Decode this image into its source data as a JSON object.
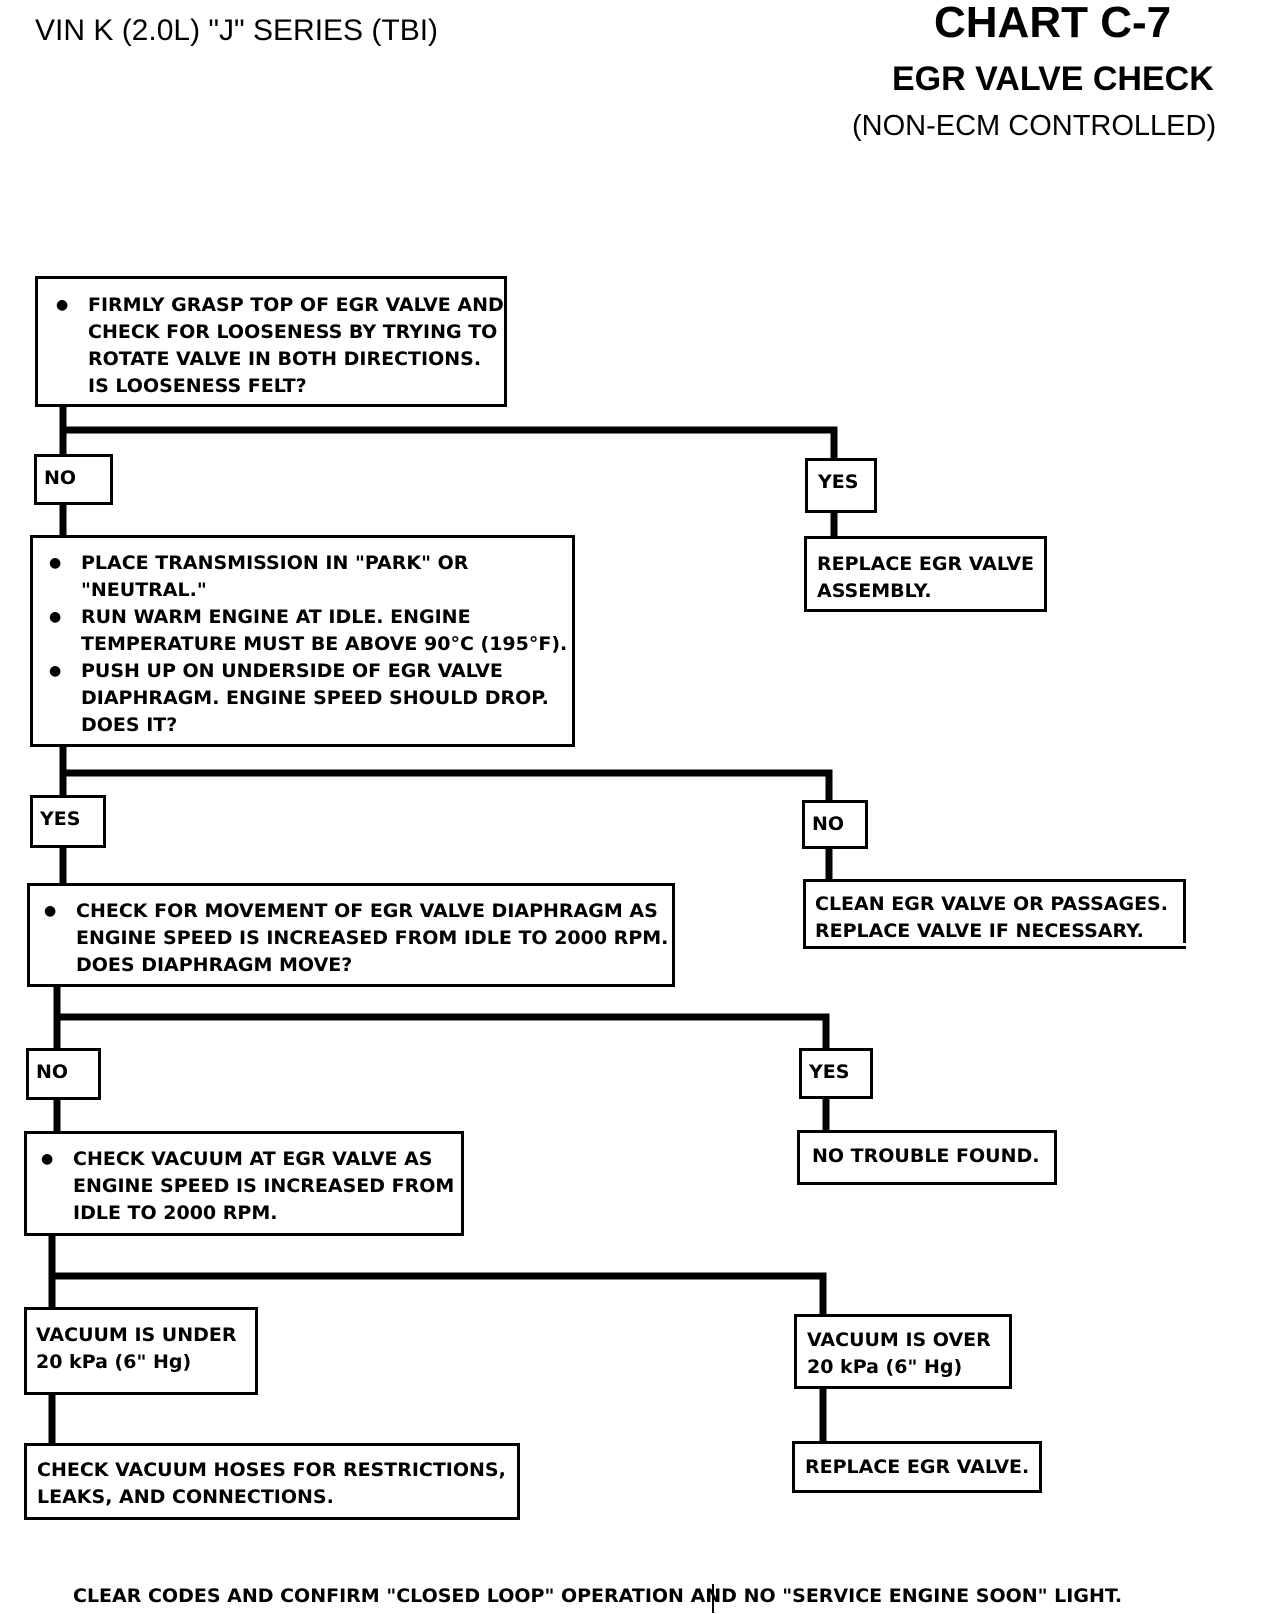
{
  "header": {
    "left": "VIN K (2.0L) \"J\" SERIES (TBI)",
    "chart_no": "CHART C-7",
    "title": "EGR VALVE CHECK",
    "subtitle": "(NON-ECM CONTROLLED)"
  },
  "step1": [
    "FIRMLY GRASP TOP OF EGR VALVE AND",
    "CHECK FOR LOOSENESS BY TRYING TO",
    "ROTATE VALVE IN BOTH DIRECTIONS.",
    "IS LOOSENESS FELT?"
  ],
  "b1_no": "NO",
  "b1_yes": "YES",
  "replace_assembly": [
    "REPLACE EGR VALVE",
    "ASSEMBLY."
  ],
  "step2": {
    "b1": [
      "PLACE TRANSMISSION IN \"PARK\" OR",
      "\"NEUTRAL.\""
    ],
    "b2": [
      "RUN WARM ENGINE AT IDLE.  ENGINE",
      "TEMPERATURE MUST BE  ABOVE 90°C (195°F)."
    ],
    "b3": [
      "PUSH UP ON UNDERSIDE OF EGR VALVE",
      "DIAPHRAGM.  ENGINE SPEED SHOULD DROP.",
      "DOES IT?"
    ]
  },
  "b2_yes": "YES",
  "b2_no": "NO",
  "clean": [
    "CLEAN EGR VALVE OR PASSAGES.",
    "REPLACE VALVE IF NECESSARY."
  ],
  "step3": [
    "CHECK FOR MOVEMENT OF EGR VALVE DIAPHRAGM AS",
    "ENGINE SPEED IS INCREASED FROM IDLE TO 2000 RPM.",
    "DOES DIAPHRAGM MOVE?"
  ],
  "b3_no": "NO",
  "b3_yes": "YES",
  "ntf": "NO TROUBLE FOUND.",
  "step4": [
    "CHECK VACUUM AT EGR VALVE AS",
    "ENGINE SPEED IS INCREASED FROM",
    "IDLE TO 2000 RPM."
  ],
  "vac_under": [
    "VACUUM IS UNDER",
    "20 kPa (6\" Hg)"
  ],
  "vac_over": [
    "VACUUM IS  OVER",
    "20 kPa (6\" Hg)"
  ],
  "check_hoses": [
    "CHECK VACUUM HOSES FOR RESTRICTIONS,",
    "LEAKS, AND CONNECTIONS."
  ],
  "replace_valve": "REPLACE EGR VALVE.",
  "footer": "CLEAR CODES AND CONFIRM \"CLOSED LOOP\" OPERATION AND NO \"SERVICE ENGINE SOON\" LIGHT."
}
